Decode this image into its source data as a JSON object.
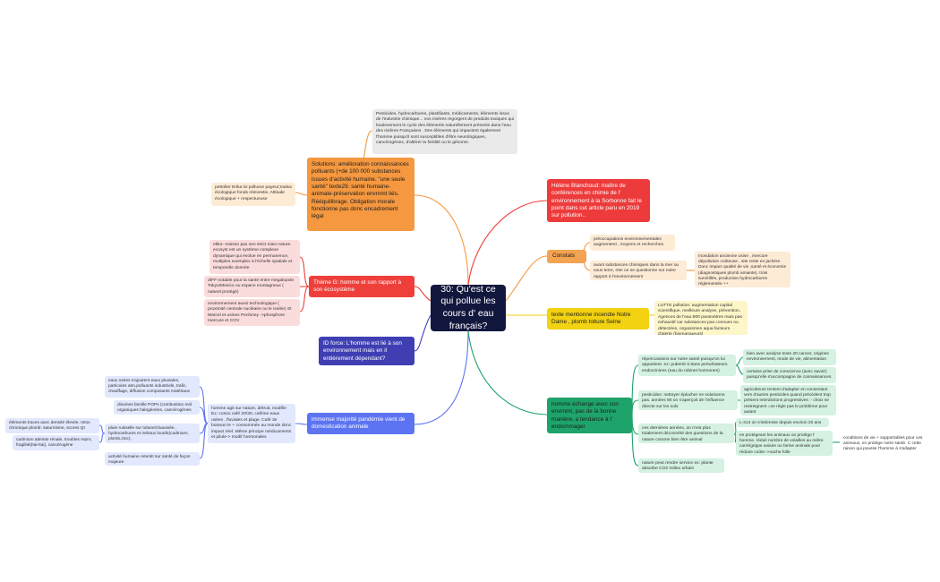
{
  "center": "30: Qu'est ce qui pollue les cours d' eau français?",
  "colors": {
    "center": "#12173d",
    "orange": "#f5983f",
    "red": "#ee3f3a",
    "purple": "#3f3fb3",
    "blue": "#5c74f2",
    "green": "#1ea46a",
    "yellow": "#f2d211",
    "deep_red": "#ed3b3b",
    "constats": "#f4a352"
  },
  "left": {
    "solutions": {
      "text": "Solutions: amélioration connaissances polluants (+de 100 000 substances issues d'activité humaine. \"une seule santé\" texte29. santé humaine-animale-préservation envrnmt liés. Rééquilibrage. Obligation morale fonctionne pas donc encadrement légal",
      "note_top": "Pesticides, hydrocarbures, plastifiants, médicaments, éléments issus de l'industrie chimique... nos rivières regorgent de produits toxiques qui bouleversent le cycle des éléments naturellement présents dans l'eau des rivières Françaises . Des éléments qui impactent également l'homme puisqu'il sont susceptibles d'être neurologiques, cancérogènes, d'altérer la fertilité ou le génome.",
      "sub": "petroller Erika loi pollueur payeur;malus écologique fonds réinvestis. Attitude écologique + respectueuse"
    },
    "theme": {
      "text": "Thème G: homme et son rapport à son écosystème",
      "subs": [
        "ekko- maison pas sen strict mais nature. ecosyst est un système complexe dynamique qui évolue en permanence, multiples exemples à l'échelle spatiale et temporelle donnée",
        "dIFF notable pour la santé entre megalopole Tokyo/Mexico ou espace montagneux ( naturel protégé)",
        "environnement aussi technologique ( proximité centrale nucléaire ou le isolée) St Marcel et usines Pechiney ->phosphore mercure et COV"
      ]
    },
    "id_force": {
      "text": "ID force: L'homme est lié à son environnement mais en il entièrement dépendant?"
    },
    "domestication": {
      "text": "immense majorité pandémie vient de domestication animale",
      "sub": "homme agit sur nature, détruit, modifie Ex: conso café 20/30, caféine eaux usées , fluviales et plage. Café 3e boisson le + consommée au monde donc impact réel. Même principe médicaments et pilule-> modif hormonales",
      "leaves": [
        "eaux usées s'ajoutent eaux pluviales, particules atm,polluants industriels, trafic, chauffage, diffusion composants matériaux",
        "dioxines famille POPs (combustion mol organiques halogénées, cancérogènes",
        "pluie ruisselle sur toiture/chaussée , hydrocarbures et métaux lourds(cadmium, plomb,zinc).",
        "activité humaine retentit sur santé de façon majeure"
      ],
      "deep": [
        "éléments traces avec densité élevée. Intox chronique plomb: saturnisme, scores QI",
        "cadmium atteinte rénale, troubles repro, fragilité(Itai-Itai), cancérogène"
      ]
    }
  },
  "right": {
    "blanchoud": {
      "text": "Hélène Blanchoud: maître de conférences en chimie de l' environnement à la Sorbonne fait le point dans cet article paru en 2019 sur pollution.."
    },
    "constats": {
      "text": "Constats",
      "subs": [
        "préoccupations environnementales augmentent , moyens et recherches",
        "avant substances chimiques dans la mer ou sous terre, mtn on se questionne sur notre rapport à l'environnement"
      ],
      "leaf": "Inondation ancienne usine , mercure dépollution coûteuse , site reste en jachère. Donc impact qualité de vie ,santé et économie (diagnostiques plomb amiante). trois survéillés, production hydrocarbures réglementée ++"
    },
    "incendie": {
      "text": "texte mentionne incendie Notre Dame , plomb toiture Seine",
      "sub": "LUTTE pollution: augmentation capital scientifique, meilleure analyse, prévention. Agences de l'eau:900 paramètres mais pas exhaustif car substances pas connues ou détectées, organismes aqua facteurs d'alerte (biomarqueurs)"
    },
    "echange": {
      "text": "homme échange avec son envrnmt, pas de la bonne manière, a tendance à l' endommager",
      "subs": [
        "répercussions sur notre santé puisqu'on lui appartient. ex: puberté à 8ans perturbateurs endocriniens (eau du robinet hormones)",
        "pesticides: nettoyer éplucher ne solutionne pas. années 90 on s'aperçoit de l'influence directe sur les sols",
        "ces dernières années, on n'est plus totalement déconnété des questions de la nature comme bien être animal",
        "nature peut rendre service ex: plante absorbe CO2 milieu urbain"
      ],
      "leaves": [
        "bien avec analyse texte 20 cancer, origines environnement, mode de vie, alimentation",
        "certaine prise de conscience (avec savoir) puisqu'elle s'accompagne de connaissances",
        "agriculteurs tentent d'adapter en consentant vers d'autres pesticides quand précédent trop présent Interdictions progressives :- choix se restreignent =ne règle pas le problème pour autant",
        "L-214 on s'intéresse depuis environ 20 ans",
        "en protégeant les animaux on protège l' homme. réduit nombre de volailles au mètre carré/grippe aviaire  ou  farine animale pour réduire coûts-->vache folle"
      ],
      "deep": "conditions de vie + supportables pour ces animaux, on protège notre santé. C cette raison qui pousse l'homme à s'adapter"
    }
  }
}
